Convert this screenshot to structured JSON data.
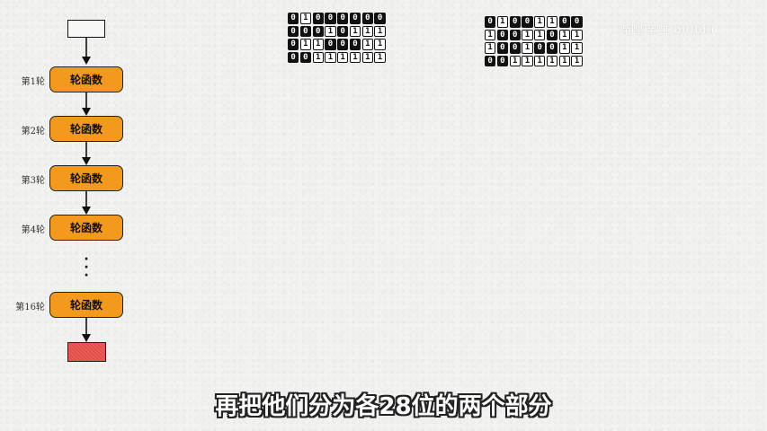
{
  "flowchart": {
    "rounds": [
      {
        "label": "第1轮",
        "text": "轮函数"
      },
      {
        "label": "第2轮",
        "text": "轮函数"
      },
      {
        "label": "第3轮",
        "text": "轮函数"
      },
      {
        "label": "第4轮",
        "text": "轮函数"
      },
      {
        "label": "第16轮",
        "text": "轮函数"
      }
    ]
  },
  "matrices": {
    "left": [
      "01000000",
      "00010111",
      "01100011",
      "00111111"
    ],
    "right": [
      "01001100",
      "10011011",
      "10010011",
      "00111111"
    ]
  },
  "colors": {
    "round_box": "#f39a1e",
    "end_box": "#ef5a54",
    "bit_zero_bg": "#111111",
    "bit_one_bg": "#ffffff"
  },
  "watermark": "哔哩哔哩 bilibili",
  "subtitle": "再把他们分为各28位的两个部分"
}
